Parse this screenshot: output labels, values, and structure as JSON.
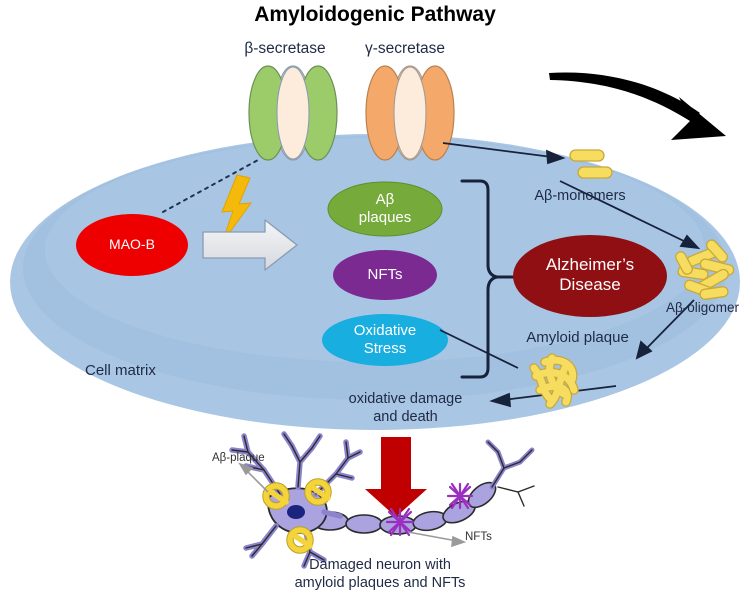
{
  "title": "Amyloidogenic Pathway",
  "enzymes": {
    "beta": {
      "label": "β-secretase",
      "outer_color": "#8cc152",
      "inner_color": "#fdecdc"
    },
    "gamma": {
      "label": "γ-secretase",
      "outer_color": "#f0a濃",
      "inner_color": "#fdecdc"
    }
  },
  "cell": {
    "label": "Cell matrix",
    "fill": "#a9c6e4"
  },
  "nodes": {
    "maob": {
      "label": "MAO-B",
      "color": "#ee0000"
    },
    "ab_plaques": {
      "label": "Aβ\nplaques",
      "color": "#76ab3b"
    },
    "nfts": {
      "label": "NFTs",
      "color": "#7a2a90"
    },
    "oxidative_stress": {
      "label": "Oxidative\nStress",
      "color": "#19aee0"
    },
    "alzheimers": {
      "label": "Alzheimer’s\nDisease",
      "color": "#8f0f12"
    }
  },
  "species": {
    "monomers": {
      "label": "Aβ-monomers",
      "color": "#f6dc5f"
    },
    "oligomer": {
      "label": "Aβ-oligomer",
      "color": "#f6dc5f"
    },
    "amyloid_plaque": {
      "label": "Amyloid plaque",
      "color": "#f6dc5f"
    }
  },
  "outcome": {
    "damage_text": "oxidative damage\nand death",
    "arrow_color": "#c00000"
  },
  "neuron": {
    "plaque_label": "Aβ-plaque",
    "nft_label": "NFTs",
    "caption": "Damaged neuron with\namyloid plaques and NFTs",
    "body_color": "#9a93d6",
    "plaque_color": "#f5d33a",
    "tangle_color": "#9b30c0",
    "nucleus_color": "#1a237e"
  }
}
